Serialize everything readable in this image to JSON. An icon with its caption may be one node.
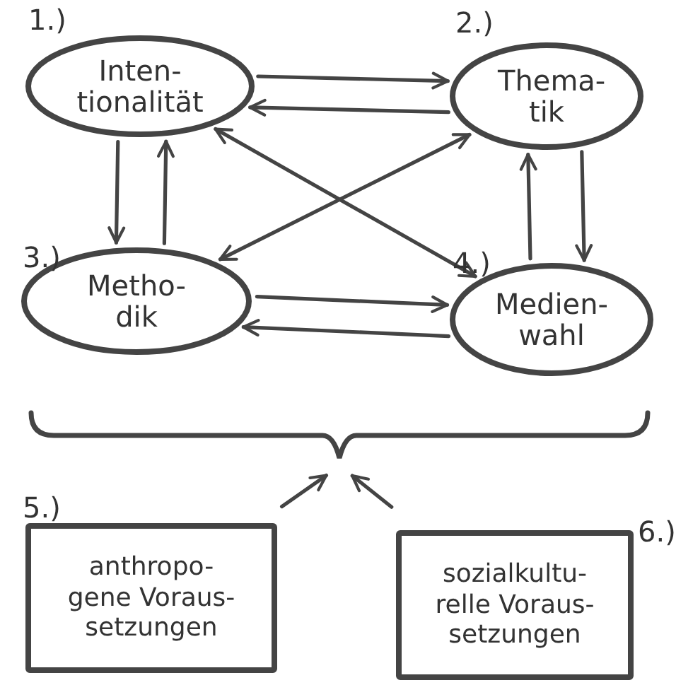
{
  "diagram": {
    "nodes": [
      {
        "text": [
          "Inten- tionalität"
        ],
        "beside": [
          "1.)"
        ]
      },
      {
        "text": [
          "Thema- tik"
        ],
        "beside": [
          "2.)"
        ]
      },
      {
        "text": [
          "Metho- dik"
        ],
        "beside": [
          "3.)"
        ]
      },
      {
        "text": [
          "Medien- wahl"
        ],
        "beside": [
          "4.)"
        ]
      },
      {
        "text": [],
        "shape": "brace"
      },
      {
        "text": [
          "anthropo- gene Voraus- setzungen"
        ],
        "beside": [
          "5.)"
        ]
      },
      {
        "text": [
          "sozialkultu- relle Voraus- setzungen"
        ],
        "beside": [
          "6.)"
        ]
      }
    ],
    "edges": [
      {
        "from": 0,
        "to": 1,
        "arrow": "to"
      },
      {
        "from": 1,
        "to": 0,
        "arrow": "to"
      },
      {
        "from": 0,
        "to": 2,
        "arrow": "to"
      },
      {
        "from": 2,
        "to": 0,
        "arrow": "to"
      },
      {
        "from": 1,
        "to": 3,
        "arrow": "to"
      },
      {
        "from": 3,
        "to": 1,
        "arrow": "to"
      },
      {
        "from": 0,
        "to": 3,
        "arrow": "both"
      },
      {
        "from": 1,
        "to": 2,
        "arrow": "both"
      },
      {
        "from": 2,
        "to": 3,
        "arrow": "to"
      },
      {
        "from": 3,
        "to": 2,
        "arrow": "to"
      },
      {
        "from": 5,
        "to": 4,
        "arrow": "to"
      },
      {
        "from": 6,
        "to": 4,
        "arrow": "to"
      }
    ]
  }
}
